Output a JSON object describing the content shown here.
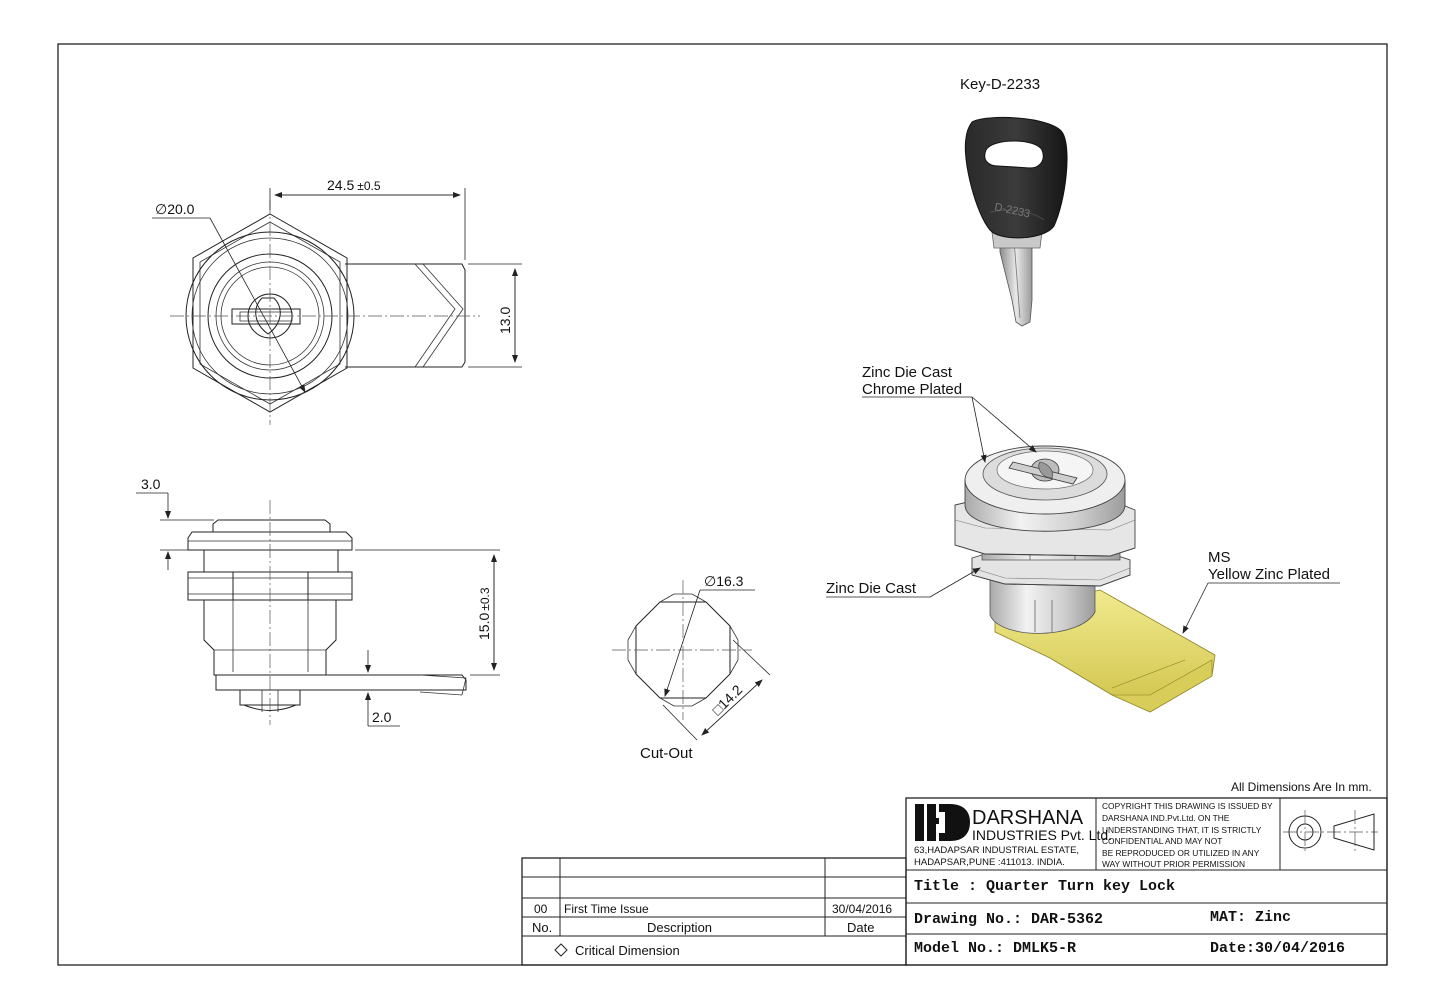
{
  "views": {
    "front": {
      "dia_label": "∅20.0",
      "length_label": "24.5",
      "length_tol": "±0.5",
      "height_label": "13.0"
    },
    "side": {
      "top_label": "3.0",
      "height_label": "15.0",
      "height_tol": "±0.3",
      "bottom_label": "2.0"
    },
    "cutout": {
      "dia_label": "∅16.3",
      "square_label": "□14.2",
      "caption": "Cut-Out"
    },
    "key": {
      "title": "Key-D-2233",
      "stamp": "D-2233"
    },
    "iso": {
      "callout_top_line1": "Zinc Die Cast",
      "callout_top_line2": "Chrome Plated",
      "callout_mid": "Zinc Die Cast",
      "callout_right_line1": "MS",
      "callout_right_line2": "Yellow Zinc Plated"
    }
  },
  "notes": {
    "units": "All Dimensions Are In mm."
  },
  "revision_table": {
    "rows": [
      {
        "no": "00",
        "description": "First Time Issue",
        "date": "30/04/2016"
      }
    ],
    "headers": {
      "no": "No.",
      "description": "Description",
      "date": "Date"
    },
    "legend": "Critical Dimension"
  },
  "title_block": {
    "company_name": "DARSHANA",
    "company_sub": "INDUSTRIES Pvt. Ltd.",
    "address_line1": "63,HADAPSAR INDUSTRIAL ESTATE,",
    "address_line2": "HADAPSAR,PUNE :411013. INDIA.",
    "copyright_lines": [
      "COPYRIGHT THIS DRAWING IS ISSUED BY",
      "DARSHANA IND.Pvt.Ltd. ON THE",
      "UNDERSTANDING THAT, IT IS STRICTLY",
      "CONFIDENTIAL AND MAY NOT",
      "BE REPRODUCED OR UTILIZED IN ANY",
      "WAY WITHOUT PRIOR PERMISSION"
    ],
    "title": "Title : Quarter Turn key Lock",
    "drawing_no": "Drawing No.: DAR-5362",
    "material": "MAT: Zinc",
    "model_no": "Model No.: DMLK5-R",
    "date": "Date:30/04/2016"
  },
  "colors": {
    "line": "#222222",
    "brass": "#e5dc6a",
    "chrome": "#d9d9d9",
    "key_black": "#1f1f1f"
  }
}
